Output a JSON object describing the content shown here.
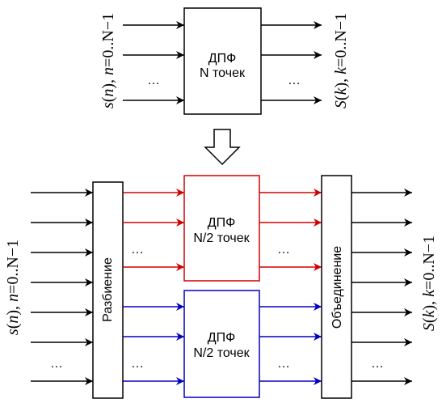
{
  "top": {
    "block_line1": "ДПФ",
    "block_line2": "N точек",
    "ellipsis_in": "…",
    "ellipsis_out": "…"
  },
  "left_label": {
    "part1": "s",
    "part2": "(",
    "part3": "n",
    "part4": "), ",
    "part5": "n",
    "part6": "=0..N−1"
  },
  "right_label": {
    "part1": "S",
    "part2": "(",
    "part3": "k",
    "part4": "), ",
    "part5": "k",
    "part6": "=0..N−1"
  },
  "bottom": {
    "split_label": "Разбиение",
    "merge_label": "Объединение",
    "upper_line1": "ДПФ",
    "upper_line2": "N/2 точек",
    "lower_line1": "ДПФ",
    "lower_line2": "N/2 точек",
    "ellipsis": "…"
  },
  "colors": {
    "upper": "#d00000",
    "lower": "#0000c0",
    "stroke": "#000000"
  },
  "arrow_icon": "down-arrow-icon"
}
